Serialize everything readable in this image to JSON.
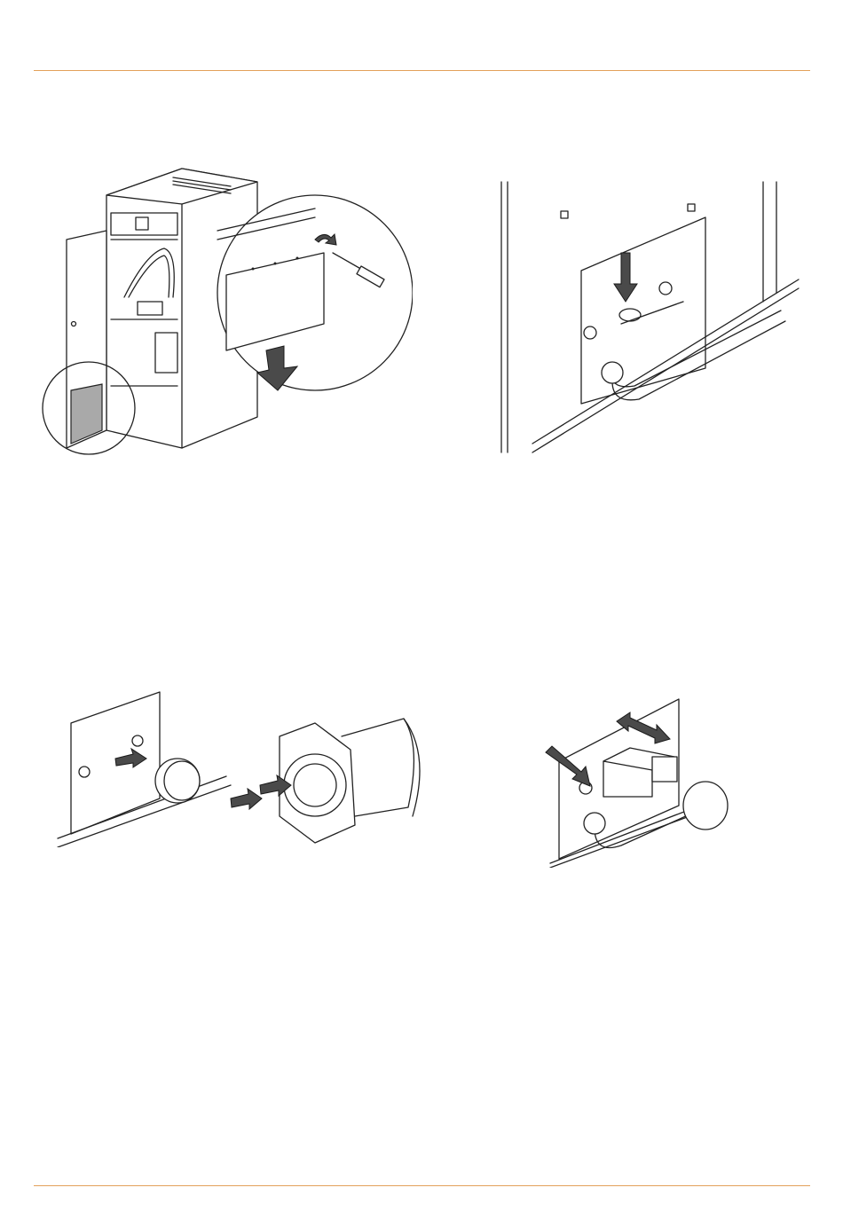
{
  "page": {
    "accent_color": "#e3a15a",
    "background": "#ffffff"
  },
  "figures": [
    {
      "id": "fig-1",
      "depicts": "stove-front-door-open-cover-removal",
      "icons": [
        "screwdriver-icon",
        "down-arrow-icon",
        "rotate-arrow-icon"
      ]
    },
    {
      "id": "fig-2",
      "depicts": "burner-mounting-plate-wing-nut",
      "icons": [
        "down-arrow-icon"
      ]
    },
    {
      "id": "fig-3",
      "depicts": "burner-flange-insertion",
      "icons": [
        "right-arrow-icon"
      ]
    },
    {
      "id": "fig-4",
      "depicts": "burner-adjustment-double-arrow",
      "icons": [
        "double-arrow-icon",
        "diagonal-arrow-icon"
      ]
    }
  ]
}
